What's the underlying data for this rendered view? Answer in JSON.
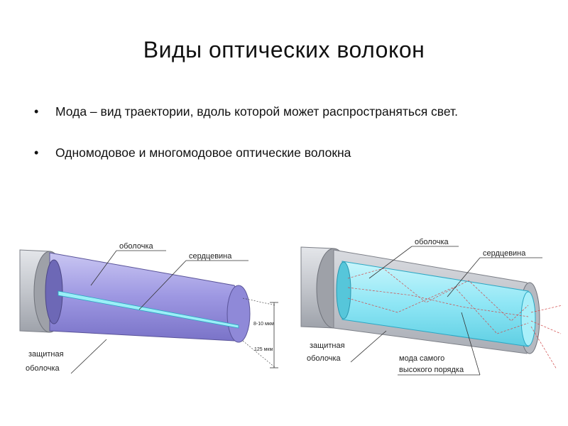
{
  "slide": {
    "title": "Виды оптических волокон",
    "bullets": [
      "Мода – вид траектории, вдоль которой может распространяться свет.",
      "Одномодовое и многомодовое оптические волокна"
    ]
  },
  "single_mode_fiber": {
    "cladding_label": "оболочка",
    "core_label": "сердцевина",
    "jacket_label_line1": "защитная",
    "jacket_label_line2": "оболочка",
    "core_dim_label": "8-10 мкм",
    "cladding_dim_label": "125 мкм"
  },
  "multi_mode_fiber": {
    "cladding_label": "оболочка",
    "core_label": "сердцевина",
    "jacket_label_line1": "защитная",
    "jacket_label_line2": "оболочка",
    "mode_label_line1": "мода самого",
    "mode_label_line2": "высокого порядка"
  },
  "colors": {
    "single_core": "#9c96e0",
    "multi_core": "#8fe6f5",
    "jacket": "#c6c9ce",
    "ray": "#d04848"
  }
}
